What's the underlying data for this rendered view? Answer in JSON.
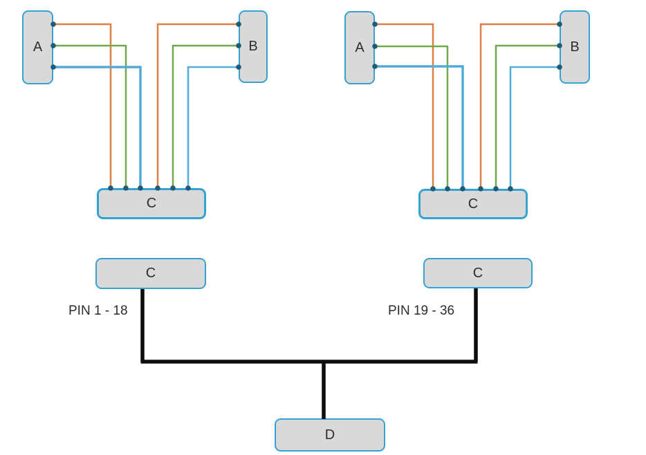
{
  "colors": {
    "box_fill": "#d9d9d9",
    "box_border": "#36a2d3",
    "wire_orange": "#df7f45",
    "wire_green": "#70a84f",
    "wire_blue": "#53acd8",
    "port_dot": "#1e5b77",
    "bus_black": "#0d0d0d",
    "label_text": "#2d2d2d"
  },
  "wire_sequence": [
    "orange",
    "green",
    "blue"
  ],
  "left_group": {
    "node_a": "A",
    "node_b": "B",
    "node_c": "C",
    "lower_c": "C",
    "pin_label": "PIN 1 - 18"
  },
  "right_group": {
    "node_a": "A",
    "node_b": "B",
    "node_c": "C",
    "lower_c": "C",
    "pin_label": "PIN 19 - 36"
  },
  "node_d": "D"
}
